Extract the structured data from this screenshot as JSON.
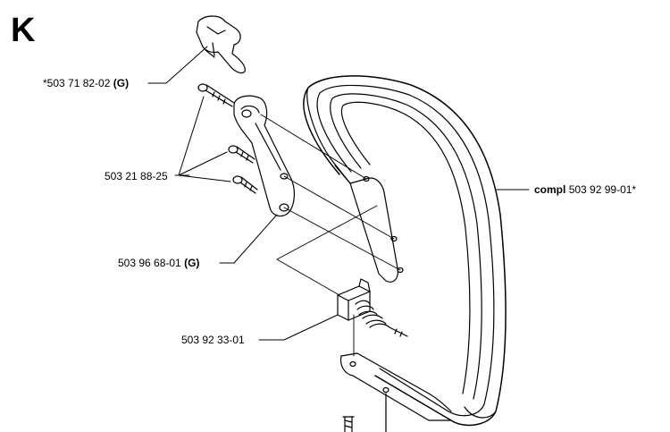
{
  "section_letter": "K",
  "parts": [
    {
      "id": "knob",
      "number": "*503 71 82-02",
      "suffix": "(G)",
      "prefix": ""
    },
    {
      "id": "screws",
      "number": "503 21 88-25",
      "suffix": "",
      "prefix": ""
    },
    {
      "id": "bracket",
      "number": "503 96 68-01",
      "suffix": "(G)",
      "prefix": ""
    },
    {
      "id": "spring",
      "number": "503 92 33-01",
      "suffix": "",
      "prefix": ""
    },
    {
      "id": "handle",
      "number": "503 92 99-01*",
      "suffix": "",
      "prefix": "compl"
    }
  ]
}
